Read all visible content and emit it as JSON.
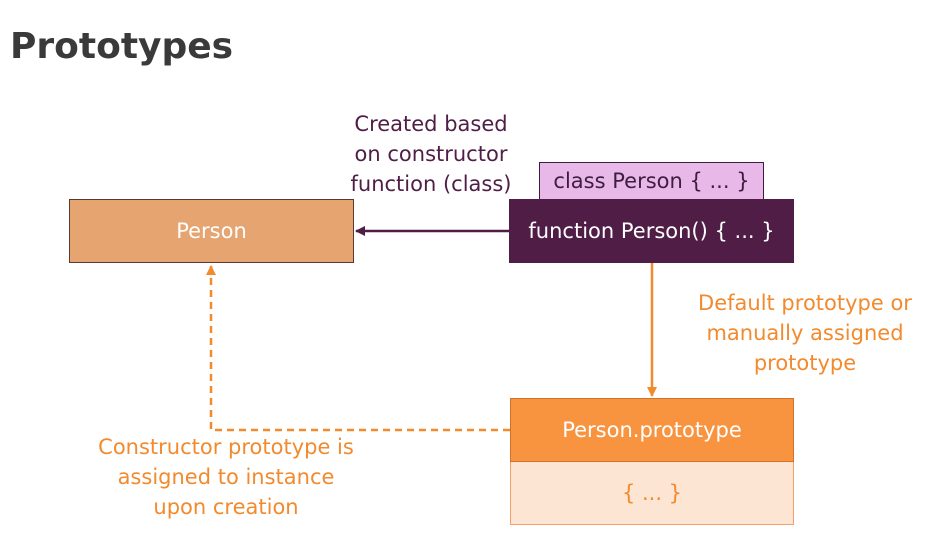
{
  "title": "Prototypes",
  "nodes": {
    "person": "Person",
    "class_person": "class Person { ... }",
    "function_person": "function Person() { ... }",
    "person_prototype": "Person.prototype",
    "prototype_body": "{ ... }"
  },
  "notes": {
    "created_based": [
      "Created based",
      "on constructor",
      "function (class)"
    ],
    "default_prototype": [
      "Default prototype or",
      "manually assigned",
      "prototype"
    ],
    "constructor_prototype": [
      "Constructor prototype is",
      "assigned to instance",
      "upon creation"
    ]
  },
  "colors": {
    "dark_purple": "#4f1d46",
    "orange": "#f28a2e",
    "person_fill": "#e5a470",
    "class_fill": "#e8b8e8",
    "prototype_fill": "#f89440",
    "prototype_body_fill": "#fde5d3"
  }
}
